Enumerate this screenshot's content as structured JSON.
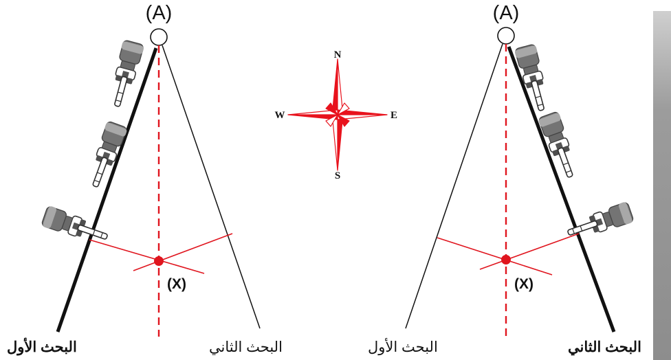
{
  "panels": [
    {
      "point_a_label": "(A)",
      "point_x_label": "(X)",
      "bold_line_label": "البحث الأول",
      "thin_line_label": "البحث الثاني"
    },
    {
      "point_a_label": "(A)",
      "point_x_label": "(X)",
      "bold_line_label": "البحث الثاني",
      "thin_line_label": "البحث الأول"
    }
  ],
  "compass": {
    "north": "N",
    "south": "S",
    "east": "E",
    "west": "W"
  },
  "colors": {
    "search_line": "#111111",
    "bisector_red": "#e0151e",
    "compass_red": "#e8121c",
    "device_gray": "#6c6c6c"
  },
  "icons": [
    "metal-detector-icon",
    "compass-rose-icon"
  ]
}
